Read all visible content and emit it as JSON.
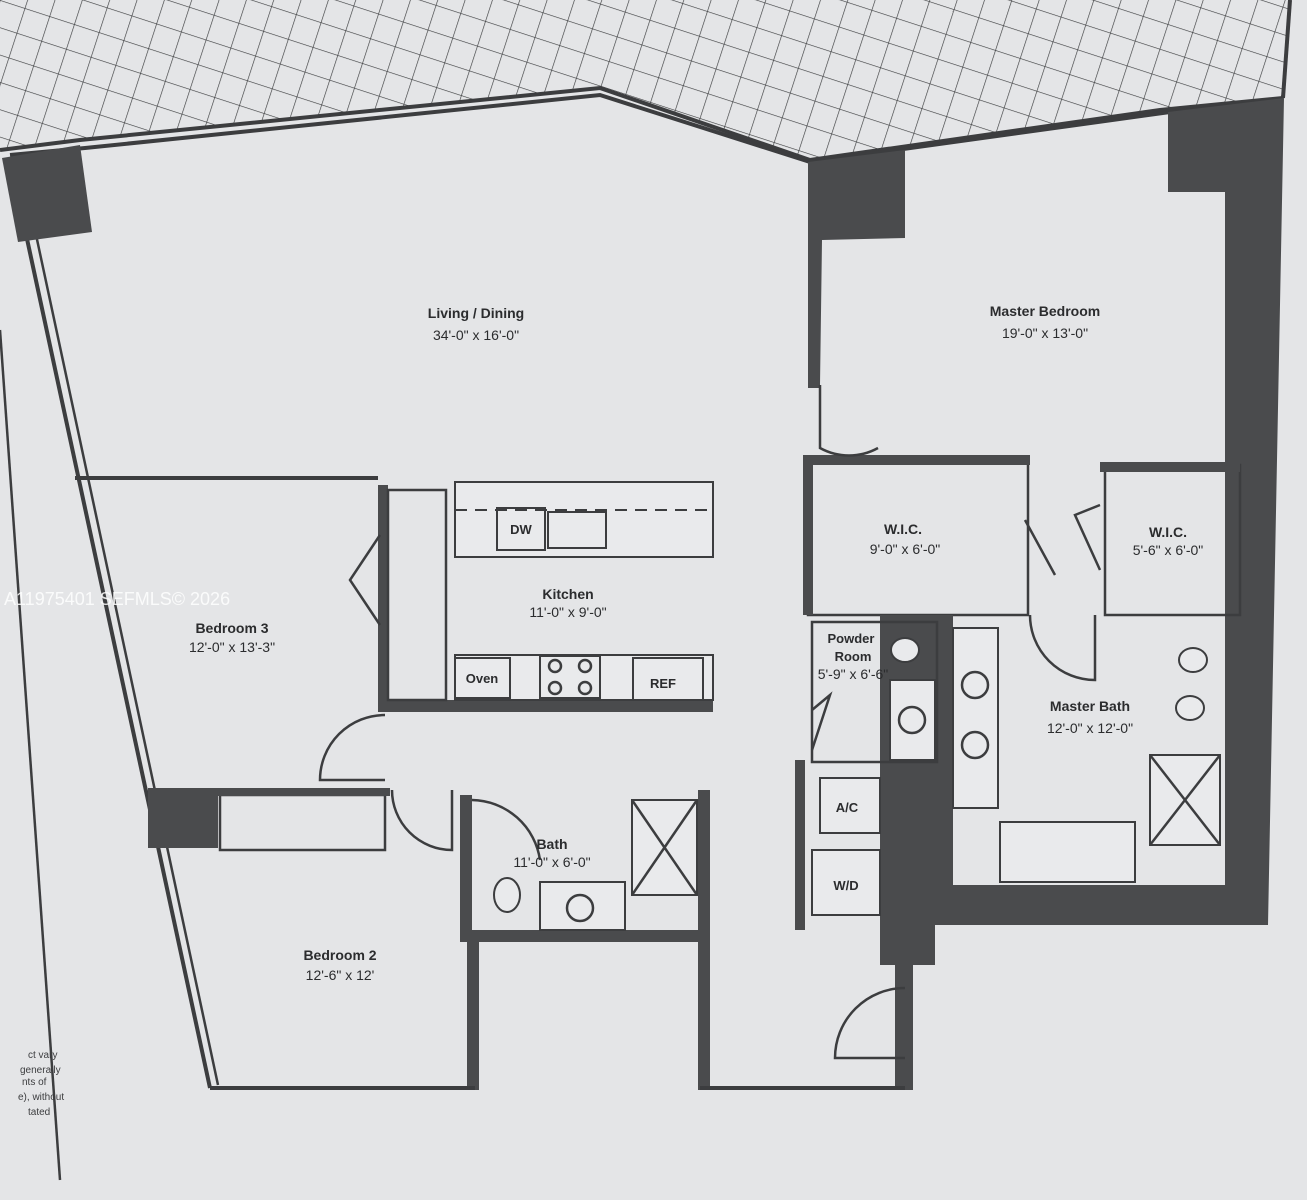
{
  "rooms": {
    "living": {
      "name": "Living / Dining",
      "dims": "34'-0\" x 16'-0\""
    },
    "master_bedroom": {
      "name": "Master Bedroom",
      "dims": "19'-0\" x 13'-0\""
    },
    "wic1": {
      "name": "W.I.C.",
      "dims": "9'-0\" x 6'-0\""
    },
    "wic2": {
      "name": "W.I.C.",
      "dims": "5'-6\" x 6'-0\""
    },
    "kitchen": {
      "name": "Kitchen",
      "dims": "11'-0\" x 9'-0\""
    },
    "bedroom3": {
      "name": "Bedroom 3",
      "dims": "12'-0\" x 13'-3\""
    },
    "powder": {
      "name_line1": "Powder",
      "name_line2": "Room",
      "dims": "5'-9\" x 6'-6\""
    },
    "master_bath": {
      "name": "Master Bath",
      "dims": "12'-0\" x 12'-0\""
    },
    "bath": {
      "name": "Bath",
      "dims": "11'-0\" x 6'-0\""
    },
    "bedroom2": {
      "name": "Bedroom 2",
      "dims": "12'-6\" x 12'"
    }
  },
  "fixtures": {
    "dw": "DW",
    "oven": "Oven",
    "ref": "REF",
    "ac": "A/C",
    "wd": "W/D"
  },
  "watermark": "A11975401  SEFMLS© 2026",
  "side_note": [
    "ct vary",
    "generally",
    "nts of",
    "e), without",
    "tated"
  ]
}
